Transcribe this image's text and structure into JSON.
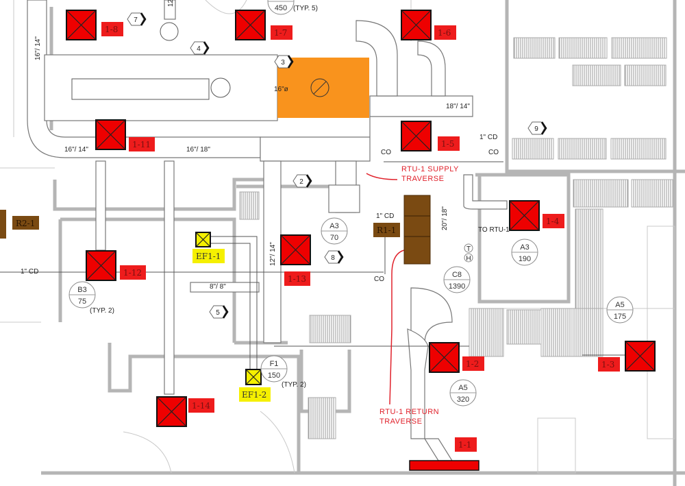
{
  "colors": {
    "diffuser": "#ee0000",
    "exhaust": "#f5f000",
    "return_unit": "#7a4a12",
    "highlight": "#f98a0a",
    "traverse_note": "#e0202a"
  },
  "diffusers": [
    {
      "label": "1-1"
    },
    {
      "label": "1-2"
    },
    {
      "label": "1-3"
    },
    {
      "label": "1-4"
    },
    {
      "label": "1-5"
    },
    {
      "label": "1-6"
    },
    {
      "label": "1-7"
    },
    {
      "label": "1-8"
    },
    {
      "label": "1-11"
    },
    {
      "label": "1-12"
    },
    {
      "label": "1-13"
    },
    {
      "label": "1-14"
    }
  ],
  "exhaust_fans": [
    {
      "label": "EF1-1"
    },
    {
      "label": "EF1-2"
    }
  ],
  "return_units": [
    {
      "label": "R2-1"
    },
    {
      "label": "R1-1"
    }
  ],
  "air_tags": [
    {
      "type": "",
      "cfm": "450",
      "note": "(TYP. 5)"
    },
    {
      "type": "A3",
      "cfm": "70"
    },
    {
      "type": "A3",
      "cfm": "190"
    },
    {
      "type": "C8",
      "cfm": "1390"
    },
    {
      "type": "B3",
      "cfm": "75",
      "note": "(TYP. 2)"
    },
    {
      "type": "A5",
      "cfm": "175"
    },
    {
      "type": "A5",
      "cfm": "320"
    },
    {
      "type": "F1",
      "cfm": "150",
      "note": "(TYP. 2)"
    }
  ],
  "keynotes": [
    "2",
    "3",
    "4",
    "5",
    "7",
    "8",
    "9"
  ],
  "dimensions": {
    "d1": "16\"/ 14\"",
    "d2": "16\"/ 14\"",
    "d3": "16\"/ 18\"",
    "d4": "16\"ø",
    "d5": "18\"/ 14\"",
    "d6": "20\"/ 18\"",
    "d7": "12\"/ 14\"",
    "d8": "8\"/ 8\"",
    "d9": "12"
  },
  "piping": {
    "cd1": "1\" CD",
    "cd2": "1\" CD",
    "cd3": "1\" CD",
    "co1": "CO",
    "co2": "CO",
    "co3": "CO",
    "to_rtu": "TO RTU-1",
    "t": "T",
    "h": "H"
  },
  "notes": {
    "supply_1": "RTU-1 SUPPLY",
    "supply_2": "TRAVERSE",
    "return_1": "RTU-1 RETURN",
    "return_2": "TRAVERSE"
  }
}
